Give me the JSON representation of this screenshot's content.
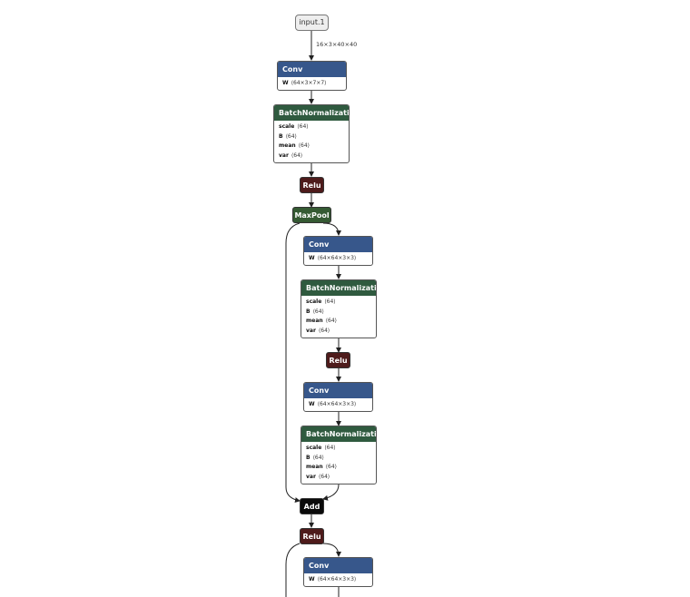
{
  "graph": {
    "input": {
      "label": "input.1",
      "shape_label": "16×3×40×40"
    },
    "conv1": {
      "title": "Conv",
      "attrs": [
        {
          "name": "W",
          "value": "⟨64×3×7×7⟩"
        }
      ]
    },
    "bn1": {
      "title": "BatchNormalization",
      "attrs": [
        {
          "name": "scale",
          "value": "⟨64⟩"
        },
        {
          "name": "B",
          "value": "⟨64⟩"
        },
        {
          "name": "mean",
          "value": "⟨64⟩"
        },
        {
          "name": "var",
          "value": "⟨64⟩"
        }
      ]
    },
    "relu1": {
      "title": "Relu"
    },
    "maxpool": {
      "title": "MaxPool"
    },
    "conv2": {
      "title": "Conv",
      "attrs": [
        {
          "name": "W",
          "value": "⟨64×64×3×3⟩"
        }
      ]
    },
    "bn2": {
      "title": "BatchNormalization",
      "attrs": [
        {
          "name": "scale",
          "value": "⟨64⟩"
        },
        {
          "name": "B",
          "value": "⟨64⟩"
        },
        {
          "name": "mean",
          "value": "⟨64⟩"
        },
        {
          "name": "var",
          "value": "⟨64⟩"
        }
      ]
    },
    "relu2": {
      "title": "Relu"
    },
    "conv3": {
      "title": "Conv",
      "attrs": [
        {
          "name": "W",
          "value": "⟨64×64×3×3⟩"
        }
      ]
    },
    "bn3": {
      "title": "BatchNormalization",
      "attrs": [
        {
          "name": "scale",
          "value": "⟨64⟩"
        },
        {
          "name": "B",
          "value": "⟨64⟩"
        },
        {
          "name": "mean",
          "value": "⟨64⟩"
        },
        {
          "name": "var",
          "value": "⟨64⟩"
        }
      ]
    },
    "add": {
      "title": "Add"
    },
    "relu3": {
      "title": "Relu"
    },
    "conv4": {
      "title": "Conv",
      "attrs": [
        {
          "name": "W",
          "value": "⟨64×64×3×3⟩"
        }
      ]
    }
  },
  "colors": {
    "conv": "#37578b",
    "batchnorm": "#2f5a3f",
    "relu": "#4e1b1b",
    "maxpool": "#355a33",
    "add": "#0a0a0a",
    "edge": "#222222"
  }
}
